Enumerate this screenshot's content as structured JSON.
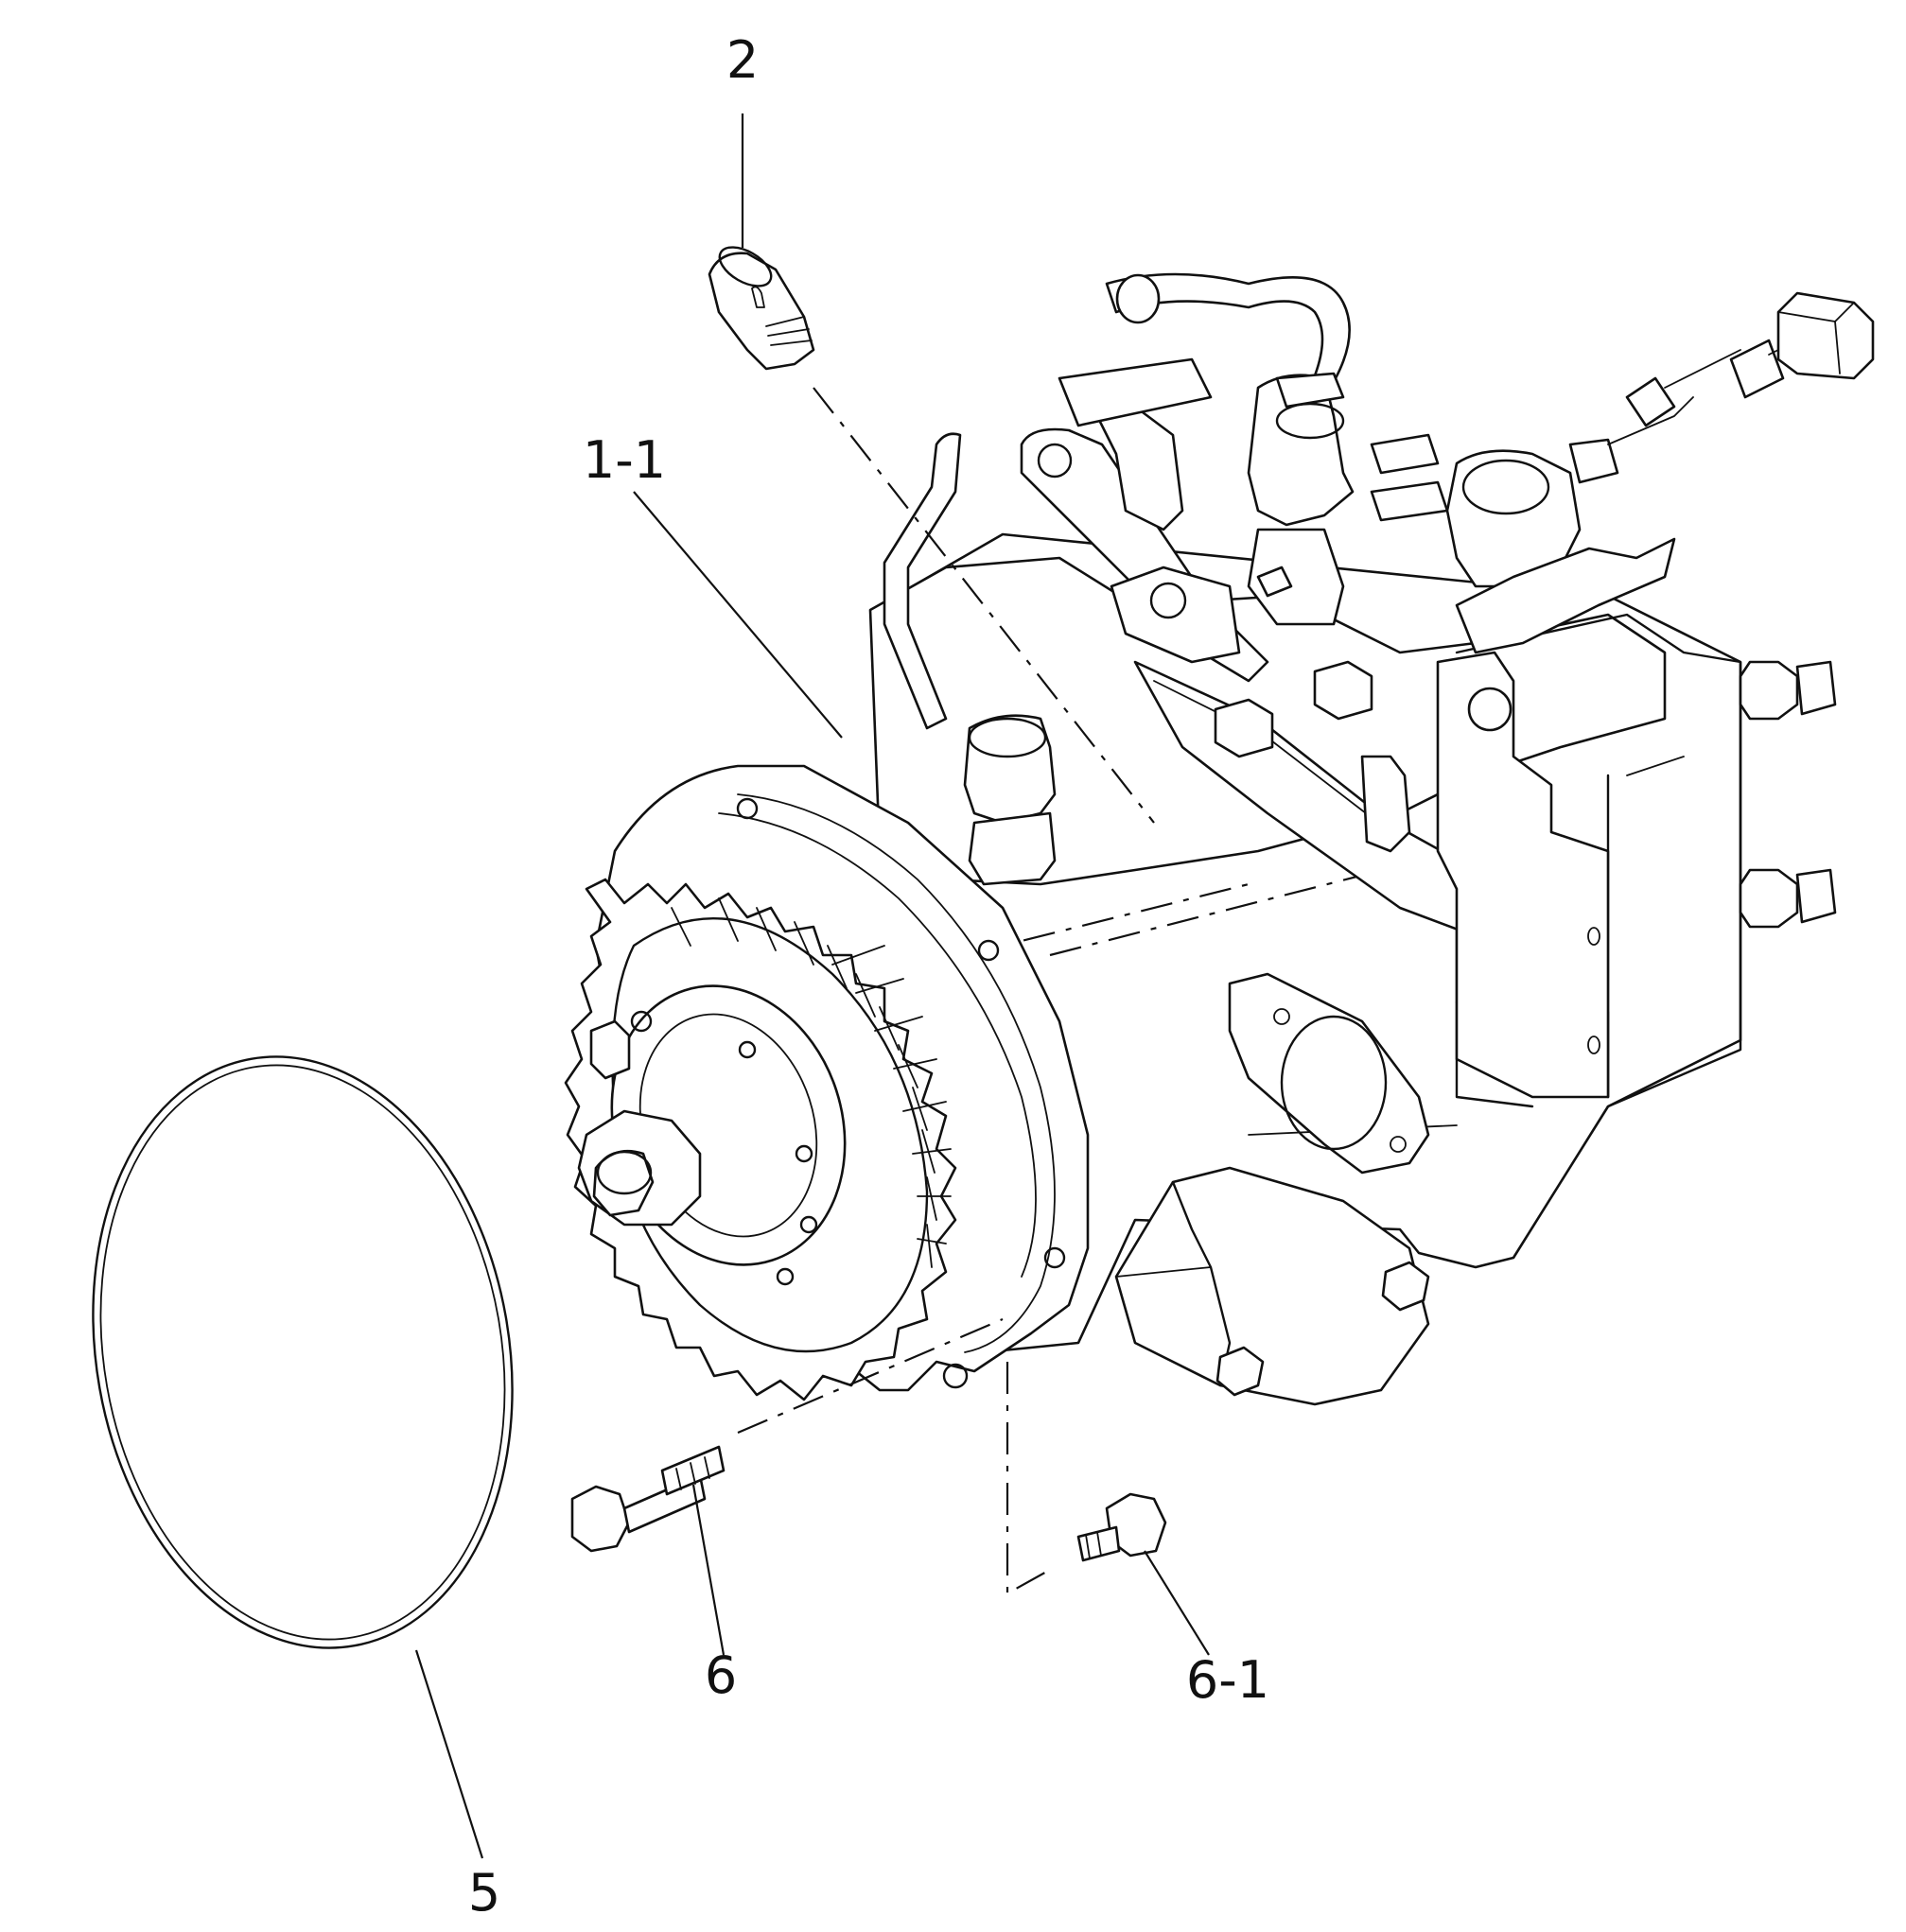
{
  "diagram": {
    "callouts": [
      {
        "id": "2",
        "text": "2"
      },
      {
        "id": "1-1",
        "text": "1-1"
      },
      {
        "id": "6",
        "text": "6"
      },
      {
        "id": "6-1",
        "text": "6-1"
      },
      {
        "id": "5",
        "text": "5"
      }
    ],
    "parts": [
      {
        "callout": "2",
        "part": "plug"
      },
      {
        "callout": "1-1",
        "part": "injection-pump"
      },
      {
        "callout": "6",
        "part": "bolt"
      },
      {
        "callout": "6-1",
        "part": "bolt"
      },
      {
        "callout": "5",
        "part": "o-ring"
      }
    ]
  }
}
